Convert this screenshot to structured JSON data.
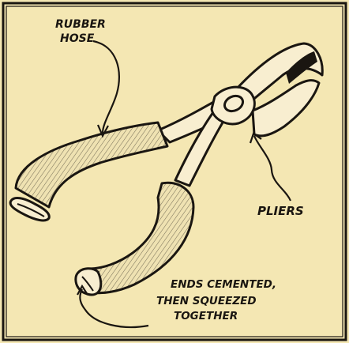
{
  "labels": {
    "rubber_hose_line1": "RUBBER",
    "rubber_hose_line2": "HOSE",
    "pliers": "PLIERS",
    "ends_line1": "ENDS CEMENTED,",
    "ends_line2": "THEN SQUEEZED",
    "ends_line3": "TOGETHER"
  },
  "colors": {
    "paper": "#f4e7b3",
    "ink": "#1a1611",
    "hose_fill": "#efe2b2",
    "metal_fill": "#f8eed0"
  }
}
